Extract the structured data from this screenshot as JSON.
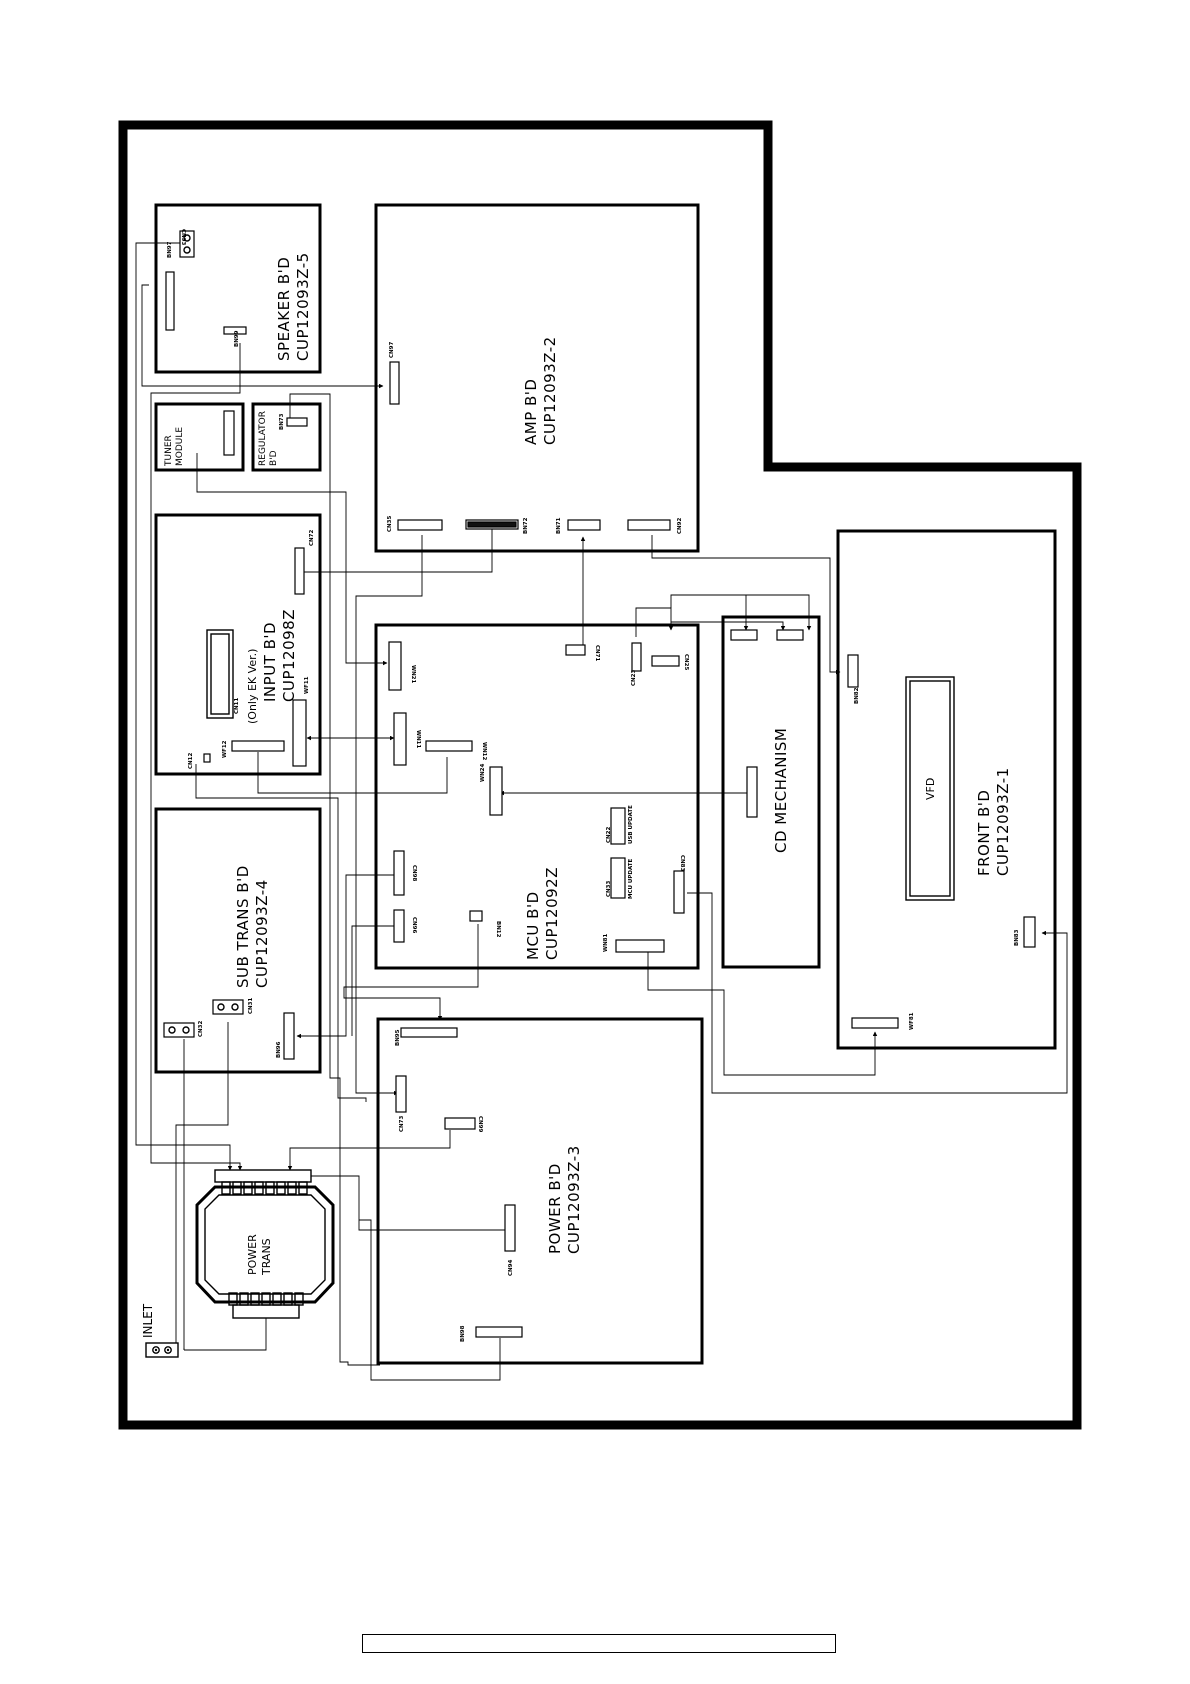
{
  "boards": {
    "speaker": {
      "name": "SPEAKER B'D",
      "part": "CUP12093Z-5"
    },
    "amp": {
      "name": "AMP B'D",
      "part": "CUP12093Z-2"
    },
    "tuner": {
      "line1": "TUNER",
      "line2": "MODULE"
    },
    "regulator": {
      "line1": "REGULATOR",
      "line2": "B'D"
    },
    "input": {
      "note": "(Only EK Ver.)",
      "name": "INPUT B'D",
      "part": "CUP12098Z"
    },
    "mcu": {
      "name": "MCU B'D",
      "part": "CUP12092Z"
    },
    "cd": {
      "name": "CD MECHANISM"
    },
    "front": {
      "name": "FRONT B'D",
      "part": "CUP12093Z-1",
      "display": "VFD"
    },
    "subtrans": {
      "name": "SUB TRANS B'D",
      "part": "CUP12093Z-4"
    },
    "power": {
      "name": "POWER B'D",
      "part": "CUP12093Z-3"
    },
    "powertrans": {
      "line1": "POWER",
      "line2": "TRANS"
    },
    "inlet": {
      "name": "INLET"
    }
  },
  "connectors": {
    "cn93": "CN93",
    "bn97": "BN97",
    "bn99": "BN99",
    "cn97": "CN97",
    "bn73": "BN73",
    "cn35": "CN35",
    "bn72": "BN72",
    "bn71": "BN71",
    "cn92": "CN92",
    "cn72": "CN72",
    "cn11": "CN11",
    "wf11": "WF11",
    "wf12": "WF12",
    "cn12": "CN12",
    "wn21": "WN21",
    "wn11": "WN11",
    "wn12": "WN12",
    "wn24": "WN24",
    "cn71": "CN71",
    "cn23": "CN23",
    "cn25": "CN25",
    "bn82": "BN82",
    "cn98": "CN98",
    "cn96": "CN96",
    "bn12": "BN12",
    "cn22": "CN22",
    "usb_update": "USB UPDATE",
    "cn33": "CN33",
    "mcu_update": "MCU UPDATE",
    "cn83": "CN83",
    "wn81": "WN81",
    "bn83": "BN83",
    "wf81": "WF81",
    "bn95": "BN95",
    "cn31": "CN31",
    "cn32": "CN32",
    "bn96": "BN96",
    "cn73": "CN73",
    "cn99": "CN99",
    "cn94": "CN94",
    "bn98": "BN98"
  }
}
